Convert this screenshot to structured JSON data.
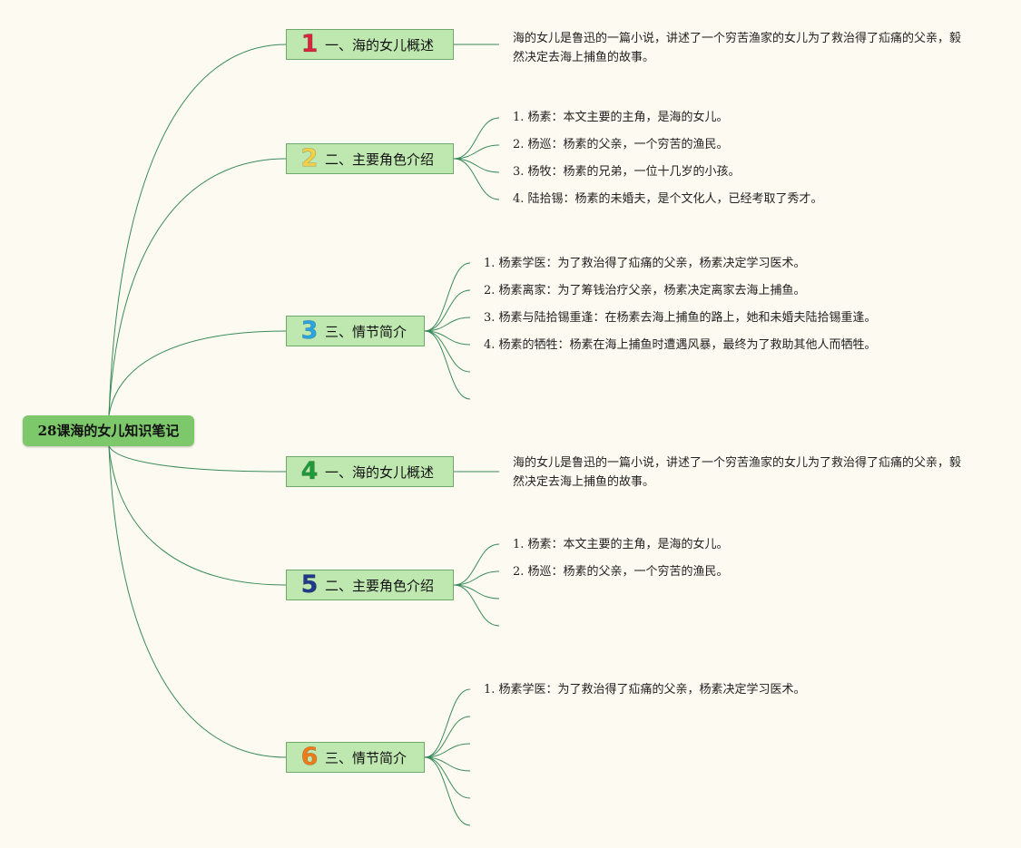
{
  "root": {
    "title": "28课海的女儿知识笔记"
  },
  "colors": {
    "background": "#fdfbf1",
    "root_fill": "#7cc86a",
    "branch_fill": "#bfe8b0",
    "link": "#3a8a5a"
  },
  "branches": [
    {
      "num": "1",
      "num_color": "#d7263d",
      "label": "一、海的女儿概述",
      "paragraph": "海的女儿是鲁迅的一篇小说，讲述了一个穷苦渔家的女儿为了救治得了疝痛的父亲，毅然决定去海上捕鱼的故事。"
    },
    {
      "num": "2",
      "num_color": "#f2d049",
      "label": "二、主要角色介绍",
      "items": [
        "1. 杨素：本文主要的主角，是海的女儿。",
        "2. 杨巡：杨素的父亲，一个穷苦的渔民。",
        "3. 杨牧：杨素的兄弟，一位十几岁的小孩。",
        "4. 陆拾锡：杨素的未婚夫，是个文化人，已经考取了秀才。"
      ]
    },
    {
      "num": "3",
      "num_color": "#2ba3e0",
      "label": "三、情节简介",
      "items": [
        "1. 杨素学医：为了救治得了疝痛的父亲，杨素决定学习医术。",
        "2. 杨素离家：为了筹钱治疗父亲，杨素决定离家去海上捕鱼。",
        "3. 杨素与陆拾锡重逢：在杨素去海上捕鱼的路上，她和未婚夫陆拾锡重逢。",
        "4. 杨素的牺牲：杨素在海上捕鱼时遭遇风暴，最终为了救助其他人而牺牲。",
        "",
        ""
      ]
    },
    {
      "num": "4",
      "num_color": "#1f9a3a",
      "label": "一、海的女儿概述",
      "paragraph": "海的女儿是鲁迅的一篇小说，讲述了一个穷苦渔家的女儿为了救治得了疝痛的父亲，毅然决定去海上捕鱼的故事。"
    },
    {
      "num": "5",
      "num_color": "#1f3a8a",
      "label": "二、主要角色介绍",
      "items": [
        "1. 杨素：本文主要的主角，是海的女儿。",
        "2. 杨巡：杨素的父亲，一个穷苦的渔民。",
        "",
        ""
      ]
    },
    {
      "num": "6",
      "num_color": "#f07a1a",
      "label": "三、情节简介",
      "items": [
        "1. 杨素学医：为了救治得了疝痛的父亲，杨素决定学习医术。",
        "",
        "",
        "",
        "",
        ""
      ]
    }
  ]
}
